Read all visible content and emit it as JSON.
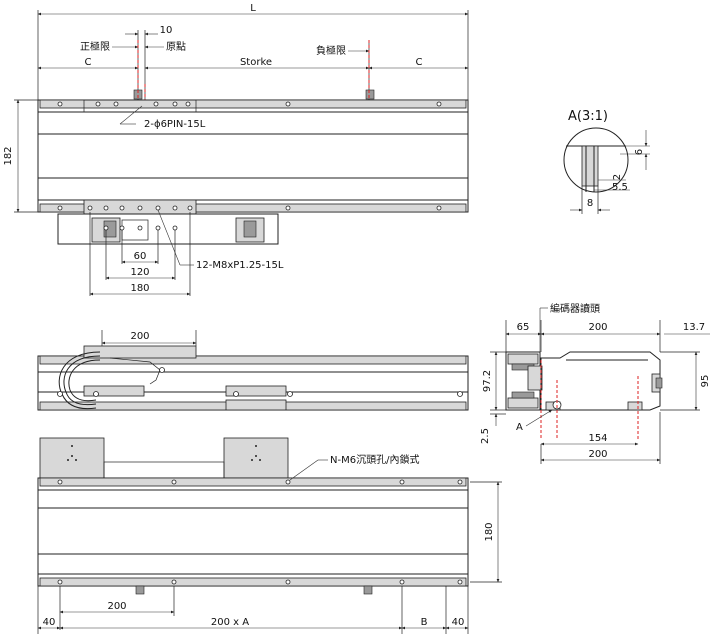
{
  "top_view": {
    "overall_length": "L",
    "dim_10": "10",
    "pos_limit_label": "正極限",
    "origin_label": "原點",
    "neg_limit_label": "負極限",
    "dim_c_left": "C",
    "stroke_label": "Storke",
    "dim_c_right": "C",
    "height_182": "182",
    "pin_callout": "2-ϕ6PIN-15L",
    "screw_callout": "12-M8xP1.25-15L",
    "dim_60": "60",
    "dim_120": "120",
    "dim_180": "180"
  },
  "detail": {
    "title": "A(3:1)",
    "dim_6": "6",
    "dim_2": "2",
    "dim_5_5": "5.5",
    "dim_8": "8"
  },
  "side_view": {
    "dim_200": "200"
  },
  "end_view": {
    "encoder_label": "編碼器讀頭",
    "dim_65": "65",
    "dim_200_top": "200",
    "dim_13_7": "13.7",
    "dim_97_2": "97.2",
    "dim_95": "95",
    "dim_2_5": "2.5",
    "marker_a": "A",
    "dim_154": "154",
    "dim_200_bottom": "200"
  },
  "bottom_view": {
    "mount_callout": "N-M6沉頭孔/內鎖式",
    "dim_180": "180",
    "dim_200": "200",
    "dim_40_left": "40",
    "dim_200xA": "200 x A",
    "dim_b": "B",
    "dim_40_right": "40"
  }
}
